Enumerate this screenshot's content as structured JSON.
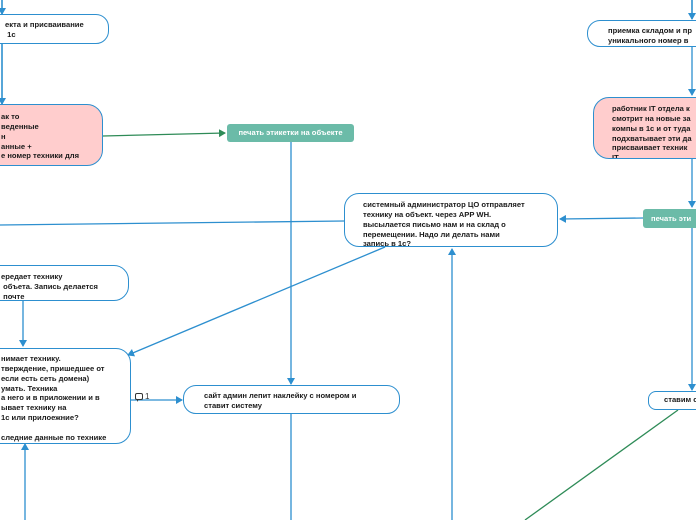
{
  "nodes": {
    "n1": "екта и присваивание\n 1с",
    "n2": "ак то\nведенные\nн\nанные +\nе номер техники для",
    "n3": "печать этикетки на объекте",
    "n4": "системный администратор ЦО отправляет\nтехнику на объект. через APP WH.\nвысылается письмо нам и на склад о\nперемещении. Надо ли делать нами\nзапись в 1с?",
    "n5": "ередает технику\n объета. Запись делается\n почте",
    "n6": "нимает технику.\nтверждение, пришедшее от\nесли есть сеть домена)\nумать. Техника\nа него и в приложении и в\nывает технику на\n1с или прилоежние?\n\nследние данные по технике",
    "n7": "сайт админ лепит наклейку с номером и\nставит систему",
    "n8": "приемка складом и пр\nуникального номер в",
    "n9": "работник IT отдела к\nсмотрит на новые за\nкомпы в 1с и от туда\nподхватывает эти да\nприсваивает техник\nIT",
    "n10": "печать эти",
    "n11": "ставим с"
  },
  "comment": {
    "count": "1",
    "icon": "comment-icon"
  },
  "colors": {
    "connector": "#2d8fcf",
    "connector_alt": "#2e8b57",
    "tag": "#6bbba8",
    "pink": "#ffcdcd"
  }
}
